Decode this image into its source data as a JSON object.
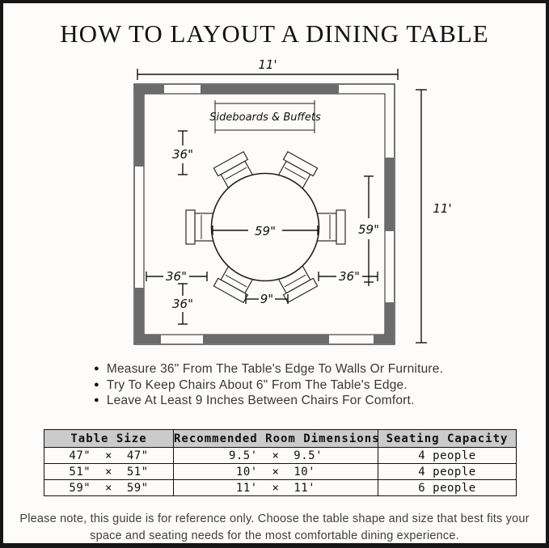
{
  "title": "HOW TO LAYOUT A DINING TABLE",
  "plan": {
    "wall_color": "#6b6b6b",
    "room_width_label": "11'",
    "room_height_label": "11'",
    "sideboard_label": "Sideboards & Buffets",
    "table_diameter_h_label": "59\"",
    "table_diameter_v_label": "59\"",
    "clearance_top_label": "36\"",
    "clearance_left_label": "36\"",
    "clearance_bottom_label": "36\"",
    "clearance_right_label": "36\"",
    "chair_gap_label": "9\""
  },
  "tips": [
    "Measure 36\" From The Table's Edge To Walls Or Furniture.",
    "Try To Keep Chairs About 6\" From The Table's Edge.",
    "Leave At Least 9 Inches Between Chairs For Comfort."
  ],
  "size_table": {
    "header_bg": "#cbcbcb",
    "headers": [
      "Table Size",
      "Recommended Room Dimensions",
      "Seating Capacity"
    ],
    "rows": [
      [
        "47\"  ×  47\"",
        "9.5'  ×  9.5'",
        "4 people"
      ],
      [
        "51\"  ×  51\"",
        "10'  ×  10'",
        "4 people"
      ],
      [
        "59\"  ×  59\"",
        "11'  ×  11'",
        "6 people"
      ]
    ]
  },
  "footnote": {
    "line1": "Please note, this guide is for reference only. Choose the table shape and size that best fits your",
    "line2": "space and seating needs for the most comfortable dining experience."
  }
}
